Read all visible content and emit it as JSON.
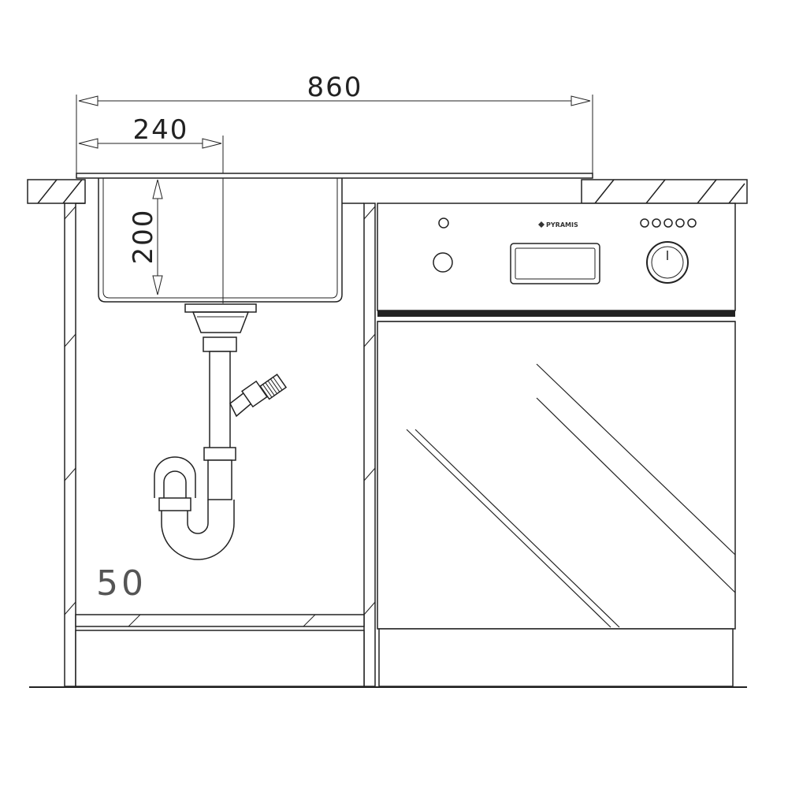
{
  "dimensions": {
    "total_width": "860",
    "sink_offset": "240",
    "bowl_depth": "200",
    "cabinet_width": "50"
  },
  "appliance": {
    "brand": "PYRAMIS",
    "indicator_lights": 5
  },
  "icons": {
    "arrow": "arrowhead",
    "hatch": "countertop-hatch"
  }
}
